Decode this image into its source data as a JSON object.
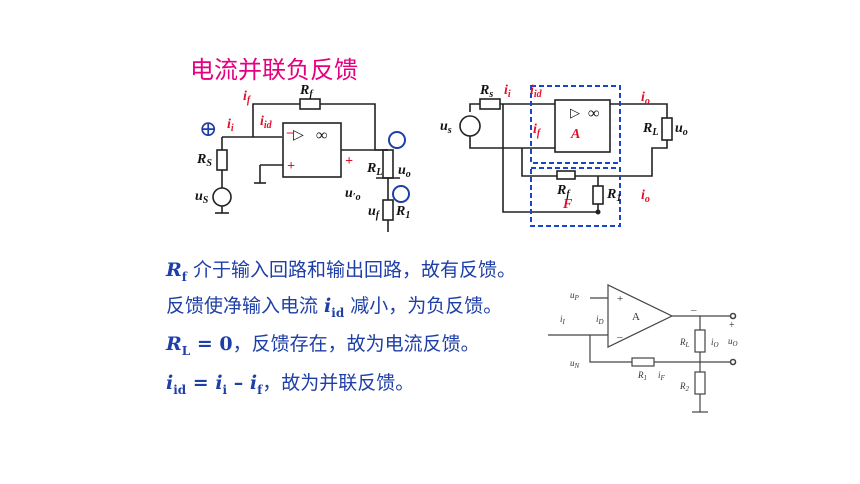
{
  "title": "电流并联负反馈",
  "lines": {
    "l1_r": "R",
    "l1_sub": "f",
    "l1_text": " 介于输入回路和输出回路，故有反馈。",
    "l2_text": "反馈使净输入电流  ",
    "l2_i": "i",
    "l2_sub": "id",
    "l2_text2": " 减小，为负反馈。",
    "l3_r": "R",
    "l3_sub": "L",
    "l3_eq": " = 0",
    "l3_text": "，反馈存在，故为电流反馈。",
    "l4_i": "i",
    "l4_sub": "id",
    "l4_eq": " = ",
    "l4_i2": "i",
    "l4_sub2": "i",
    "l4_minus": " – ",
    "l4_i3": "i",
    "l4_sub3": "f",
    "l4_text": "，故为并联反馈。"
  },
  "circuit1": {
    "if": "i",
    "if_sub": "f",
    "rf": "R",
    "rf_sub": "f",
    "ii": "i",
    "ii_sub": "i",
    "iid": "i",
    "iid_sub": "id",
    "rs": "R",
    "rs_sub": "S",
    "us": "u",
    "us_sub": "S",
    "rl": "R",
    "rl_sub": "L",
    "uo": "u",
    "uo_sub": "o",
    "uo2": "u",
    "uo2_sub": "′o",
    "uf": "u",
    "uf_sub": "f",
    "r1": "R",
    "r1_sub": "1",
    "inf": "∞",
    "tri": "▷",
    "plus": "+",
    "minus": "–",
    "circle_plus": "⊕"
  },
  "circuit2": {
    "rs": "R",
    "rs_sub": "s",
    "ii": "i",
    "ii_sub": "i",
    "iid": "i",
    "iid_sub": "id",
    "io": "i",
    "io_sub": "o",
    "us": "u",
    "us_sub": "s",
    "if": "i",
    "if_sub": "f",
    "a": "A",
    "rl": "R",
    "rl_sub": "L",
    "uo": "u",
    "uo_sub": "o",
    "rf": "R",
    "rf_sub": "f",
    "r1": "R",
    "r1_sub": "1",
    "f": "F",
    "io2": "i",
    "io2_sub": "o",
    "inf": "∞"
  },
  "circuit3": {
    "up": "u",
    "up_sub": "P",
    "ii": "i",
    "ii_sub": "I",
    "id": "i",
    "id_sub": "D",
    "a": "A",
    "un": "u",
    "un_sub": "N",
    "r1": "R",
    "r1_sub": "1",
    "if": "i",
    "if_sub": "F",
    "rl": "R",
    "rl_sub": "L",
    "io": "i",
    "io_sub": "O",
    "uo": "u",
    "uo_sub": "O",
    "r2": "R",
    "r2_sub": "2",
    "plus": "+",
    "minus": "–"
  }
}
